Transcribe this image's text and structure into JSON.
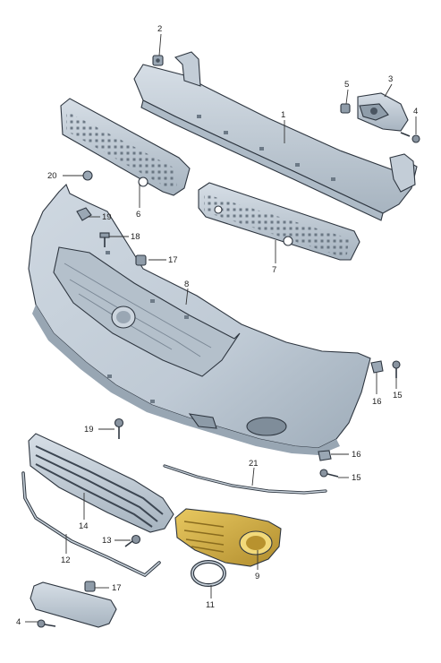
{
  "colors": {
    "part_fill": "#c9d3dc",
    "part_shade": "#a9b6c2",
    "part_dark": "#8694a2",
    "highlight": "#d4b14a",
    "highlight_dark": "#a4842a",
    "line": "#333333"
  },
  "callouts": [
    {
      "id": "c1",
      "label": "1"
    },
    {
      "id": "c2",
      "label": "2"
    },
    {
      "id": "c3",
      "label": "3"
    },
    {
      "id": "c4a",
      "label": "4"
    },
    {
      "id": "c5",
      "label": "5"
    },
    {
      "id": "c6",
      "label": "6"
    },
    {
      "id": "c7",
      "label": "7"
    },
    {
      "id": "c8",
      "label": "8"
    },
    {
      "id": "c20",
      "label": "20"
    },
    {
      "id": "c19a",
      "label": "19"
    },
    {
      "id": "c18",
      "label": "18"
    },
    {
      "id": "c17a",
      "label": "17"
    },
    {
      "id": "c16a",
      "label": "16"
    },
    {
      "id": "c15a",
      "label": "15"
    },
    {
      "id": "c19b",
      "label": "19"
    },
    {
      "id": "c21",
      "label": "21"
    },
    {
      "id": "c16b",
      "label": "16"
    },
    {
      "id": "c15b",
      "label": "15"
    },
    {
      "id": "c14",
      "label": "14"
    },
    {
      "id": "c13",
      "label": "13"
    },
    {
      "id": "c12",
      "label": "12"
    },
    {
      "id": "c9",
      "label": "9"
    },
    {
      "id": "c11",
      "label": "11"
    },
    {
      "id": "c17b",
      "label": "17"
    },
    {
      "id": "c4b",
      "label": "4"
    }
  ]
}
